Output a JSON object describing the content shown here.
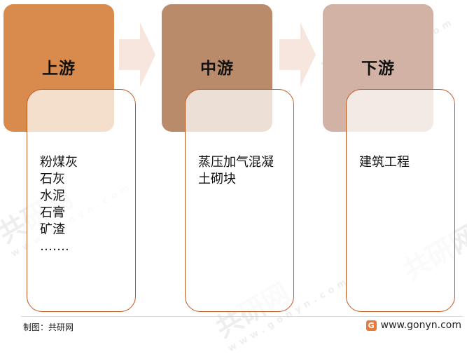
{
  "stages": [
    {
      "title": "上游",
      "color": "#d88b4c",
      "items": [
        "粉煤灰",
        "石灰",
        "水泥",
        "石膏",
        "矿渣",
        "……."
      ]
    },
    {
      "title": "中游",
      "color": "#b98b6b",
      "items": [
        "蒸压加气混凝",
        "土砌块"
      ]
    },
    {
      "title": "下游",
      "color": "#d2b2a5",
      "items": [
        "建筑工程"
      ]
    }
  ],
  "arrow_color": "#f7e6dd",
  "card_border_color": "#c0581e",
  "watermark": {
    "text": "共研网",
    "subtext": "www.gonyn.com"
  },
  "footer": {
    "credit": "制图：共研网",
    "logo_glyph": "G",
    "site": "www.gonyn.com"
  }
}
